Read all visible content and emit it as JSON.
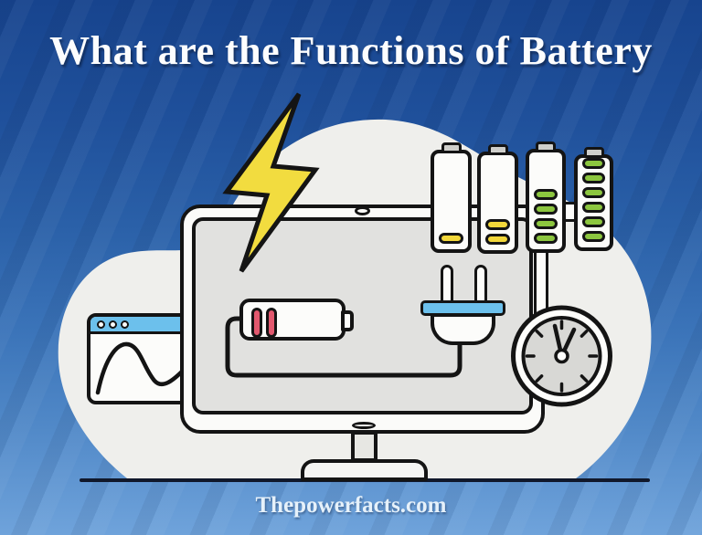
{
  "poster": {
    "title": "What are the Functions of Battery",
    "website": "Thepowerfacts.com"
  },
  "palette": {
    "background_top_blue": "#17448E",
    "background_bottom_blue": "#6FA3DB",
    "blob_white": "#EFEFEC",
    "outline_black": "#141414",
    "accent_sky_blue": "#6CC0EC",
    "charge_yellow": "#F2D73A",
    "charge_green": "#8CC63F",
    "charge_red": "#E2586E",
    "bolt_yellow": "#F2DC3F",
    "screen_gray": "#E1E1DF",
    "clock_face_gray": "#D8D8D5",
    "ground_line": "#10182B"
  },
  "illustration": {
    "wall_batteries": [
      {
        "name": "battery-1",
        "bars": 1,
        "bar_color": "#F2D73A"
      },
      {
        "name": "battery-2",
        "bars": 2,
        "bar_color": "#F2D73A"
      },
      {
        "name": "battery-3",
        "bars": 4,
        "bar_color": "#8CC63F"
      },
      {
        "name": "battery-4",
        "bars": 6,
        "bar_color": "#8CC63F"
      }
    ],
    "screen_battery": {
      "bars": 2,
      "bar_color": "#E2586E"
    },
    "browser_window_dots": 3,
    "clock": {
      "minute_hand": "up-left",
      "hour_hand": "up-right"
    }
  }
}
